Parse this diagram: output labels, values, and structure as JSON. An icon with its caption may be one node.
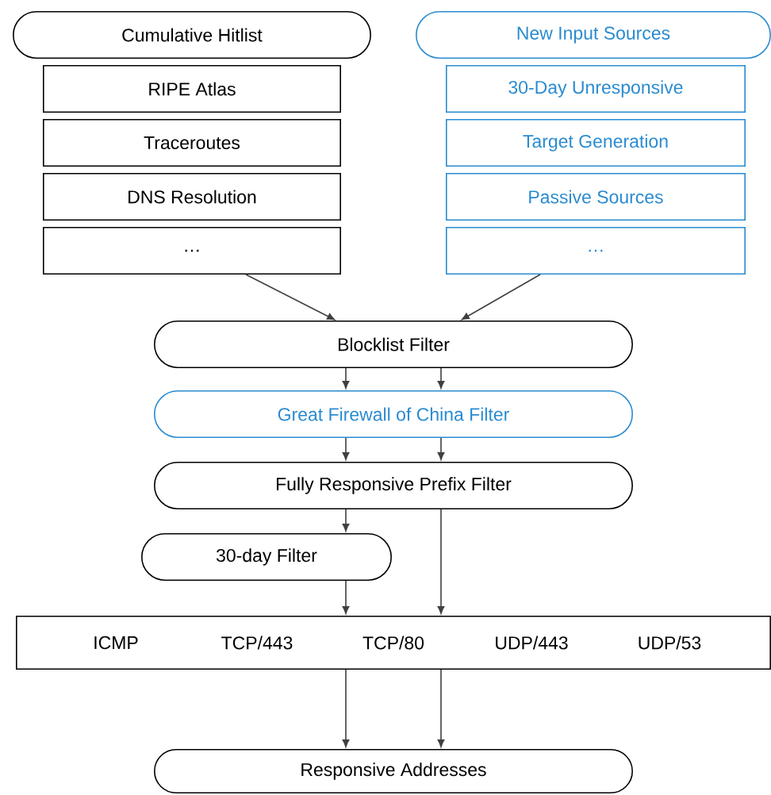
{
  "diagram": {
    "nodes": [
      {
        "text": [
          "Cumulative Hitlist"
        ]
      },
      {
        "text": [
          "RIPE Atlas"
        ]
      },
      {
        "text": [
          "Traceroutes"
        ]
      },
      {
        "text": [
          "DNS Resolution"
        ]
      },
      {
        "text": [
          "…"
        ]
      },
      {
        "text": [
          "New Input Sources"
        ]
      },
      {
        "text": [
          "30-Day Unresponsive"
        ]
      },
      {
        "text": [
          "Target Generation"
        ]
      },
      {
        "text": [
          "Passive Sources"
        ]
      },
      {
        "text": [
          "…"
        ]
      },
      {
        "text": [
          "Blocklist Filter"
        ]
      },
      {
        "text": [
          "Great Firewall of China Filter"
        ]
      },
      {
        "text": [
          "Fully Responsive Prefix Filter"
        ]
      },
      {
        "text": [
          "30-day Filter"
        ]
      },
      {
        "text": [
          "ICMP",
          "TCP/443",
          "TCP/80",
          "UDP/443",
          "UDP/53"
        ]
      },
      {
        "text": [
          "Responsive Addresses"
        ]
      }
    ],
    "edges": [
      {
        "from": 4,
        "to": 10,
        "arrow": "to"
      },
      {
        "from": 9,
        "to": 10,
        "arrow": "to"
      },
      {
        "from": 10,
        "to": 11,
        "arrow": "to"
      },
      {
        "from": 10,
        "to": 11,
        "arrow": "to"
      },
      {
        "from": 11,
        "to": 12,
        "arrow": "to"
      },
      {
        "from": 11,
        "to": 12,
        "arrow": "to"
      },
      {
        "from": 12,
        "to": 13,
        "arrow": "to"
      },
      {
        "from": 12,
        "to": 14,
        "arrow": "to"
      },
      {
        "from": 13,
        "to": 14,
        "arrow": "to"
      },
      {
        "from": 14,
        "to": 15,
        "arrow": "to"
      },
      {
        "from": 14,
        "to": 15,
        "arrow": "to"
      }
    ]
  }
}
